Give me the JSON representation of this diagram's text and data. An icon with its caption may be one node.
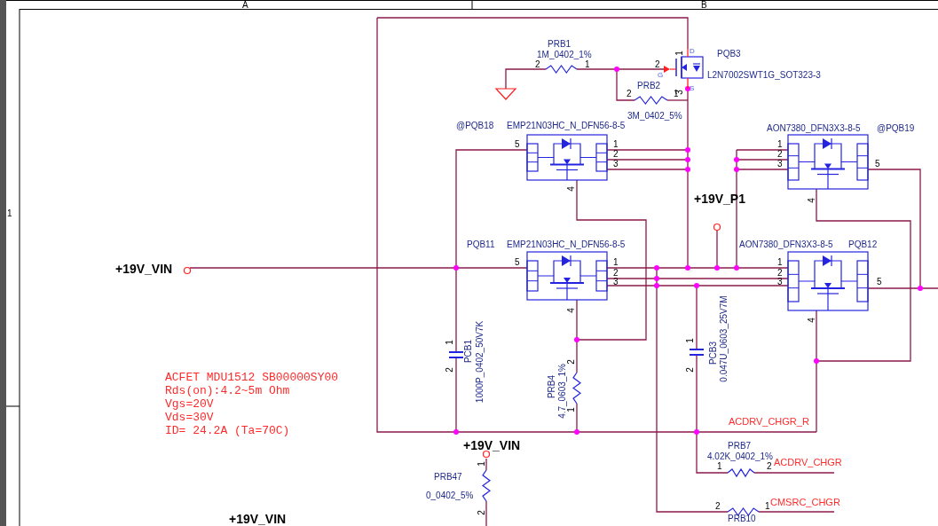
{
  "diagram": {
    "labels": [
      "A",
      "B",
      "1",
      "PRB1",
      "1M_0402_1%",
      "2",
      "1",
      "2",
      "G",
      "1",
      "D",
      "PQB3",
      "L2N7002SWT1G_SOT323-3",
      "S",
      "3",
      "PRB2",
      "2",
      "1",
      "3M_0402_5%",
      "@PQB18",
      "EMP21N03HC_N_DFN56-8-5",
      "5",
      "1",
      "2",
      "3",
      "4",
      "AON7380_DFN3X3-8-5",
      "@PQB19",
      "1",
      "2",
      "3",
      "5",
      "4",
      "+19V_P1",
      "PQB11",
      "EMP21N03HC_N_DFN56-8-5",
      "AON7380_DFN3X3-8-5",
      "PQB12",
      "+19V_VIN",
      "5",
      "1",
      "2",
      "3",
      "1",
      "2",
      "3",
      "5",
      "4",
      "4",
      "1",
      "2",
      "PCB1",
      "1000P_0402_50V7K",
      "2",
      "1",
      "PRB4",
      "4.7_0603_1%",
      "1",
      "2",
      "PCB3",
      "0.047U_0603_25V7M",
      "ACFET  MDU1512  SB00000SY00",
      "Rds(on):4.2~5m  Ohm",
      "Vgs=20V",
      "Vds=30V",
      "ID=  24.2A  (Ta=70C)",
      "ACDRV_CHGR_R",
      "+19V_VIN",
      "1",
      "PRB47",
      "0_0402_5%",
      "2",
      "PRB7",
      "4.02K_0402_1%",
      "1",
      "2",
      "ACDRV_CHGR",
      "2",
      "PRB10",
      "1",
      "CMSRC_CHGR",
      "+19V_VIN"
    ]
  }
}
